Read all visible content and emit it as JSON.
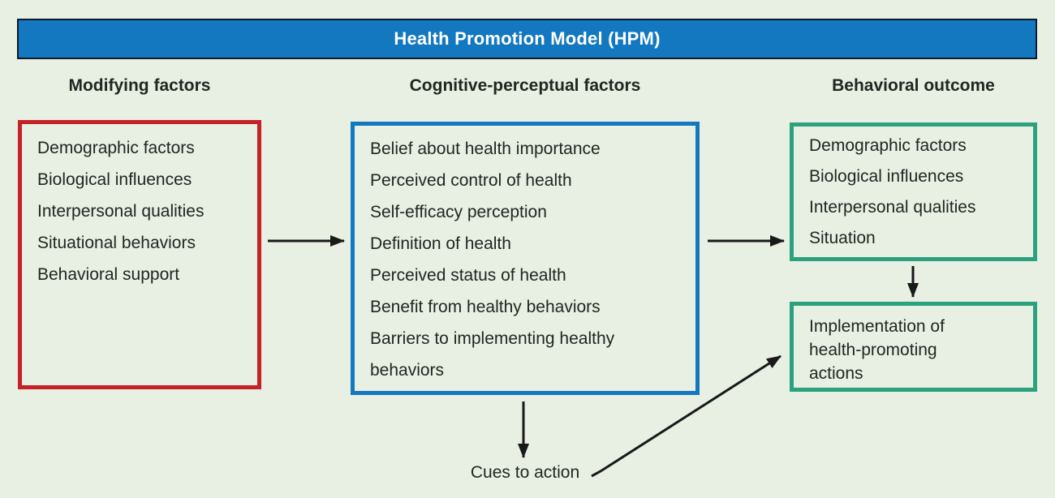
{
  "header": {
    "title": "Health Promotion Model (HPM)"
  },
  "columns": {
    "modifying": {
      "heading": "Modifying factors"
    },
    "cognitive": {
      "heading": "Cognitive-perceptual factors"
    },
    "behavioral": {
      "heading": "Behavioral outcome"
    }
  },
  "boxes": {
    "modifying_factors": {
      "border_color": "#c52127",
      "items": [
        "Demographic factors",
        "Biological influences",
        "Interpersonal qualities",
        "Situational behaviors",
        "Behavioral support"
      ]
    },
    "cognitive_perceptual_factors": {
      "border_color": "#1478c1",
      "items": [
        "Belief about health importance",
        "Perceived control of health",
        "Self-efficacy perception",
        "Definition of health",
        "Perceived status of health",
        "Benefit from healthy behaviors",
        "Barriers to implementing healthy behaviors"
      ]
    },
    "behavioral_outcome": {
      "border_color": "#2ba17e",
      "items": [
        "Demographic factors",
        "Biological influences",
        "Interpersonal qualities",
        "Situation"
      ]
    },
    "implementation": {
      "border_color": "#2ba17e",
      "text": "Implementation of health-promoting actions"
    }
  },
  "labels": {
    "cues_to_action": "Cues to action"
  },
  "colors": {
    "background": "#e8f0e4",
    "header_fill": "#1378bf",
    "header_border": "#0c1a2a",
    "red_border": "#c52127",
    "blue_border": "#1478c1",
    "green_border": "#2ba17e",
    "text": "#212621",
    "arrow": "#191919"
  }
}
